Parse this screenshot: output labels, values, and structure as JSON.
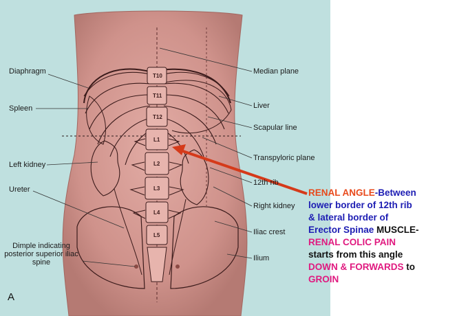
{
  "figure": {
    "panel_letter": "A",
    "labels": {
      "diaphragm": "Diaphragm",
      "spleen": "Spleen",
      "left_kidney": "Left kidney",
      "ureter": "Ureter",
      "dimple": "Dimple indicating posterior superior iliac spine",
      "median_plane": "Median plane",
      "liver": "Liver",
      "scapular_line": "Scapular line",
      "transpyloric_plane": "Transpyloric plane",
      "rib12": "12th rib",
      "right_kidney": "Right kidney",
      "iliac_crest": "Iliac crest",
      "ilium": "Ilium"
    },
    "vertebrae": [
      "T10",
      "T11",
      "T12",
      "L1",
      "L2",
      "L3",
      "L4",
      "L5"
    ]
  },
  "annotation": {
    "line1_red": "RENAL ANGLE",
    "line1_blue": "-Between",
    "line2": "lower border of 12th rib",
    "line3": "& lateral border of",
    "line4_blue": "Erector Spinae",
    "line4_black": " MUSCLE-",
    "line5": "RENAL COLIC PAIN",
    "line6": "starts from this angle",
    "line7_mag": "DOWN & FORWARDS",
    "line7_black": " to",
    "line8": "GROIN"
  },
  "colors": {
    "background": "#bfe0df",
    "skin": "#d69a93",
    "pointer": "#d53a1a",
    "red_text": "#e8491b",
    "blue_text": "#1d1db3",
    "magenta_text": "#e0197f"
  }
}
